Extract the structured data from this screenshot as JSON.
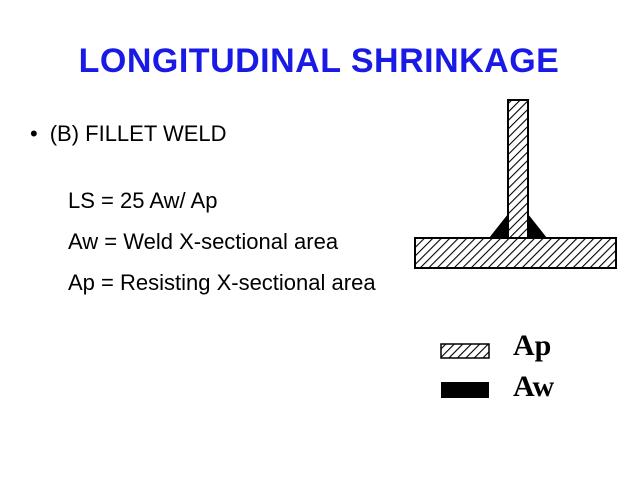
{
  "slide": {
    "title": "LONGITUDINAL SHRINKAGE",
    "bullet": "(B) FILLET WELD",
    "formulas": [
      "LS = 25 Aw/ Ap",
      "Aw = Weld X-sectional area",
      "Ap = Resisting X-sectional area"
    ]
  },
  "legend": {
    "items": [
      {
        "label": "Ap",
        "fill": "hatched"
      },
      {
        "label": "Aw",
        "fill": "solid"
      }
    ]
  },
  "colors": {
    "title": "#1a1ae6",
    "text": "#000000",
    "background": "#ffffff"
  },
  "icons": {
    "bullet": "bullet-dot"
  }
}
